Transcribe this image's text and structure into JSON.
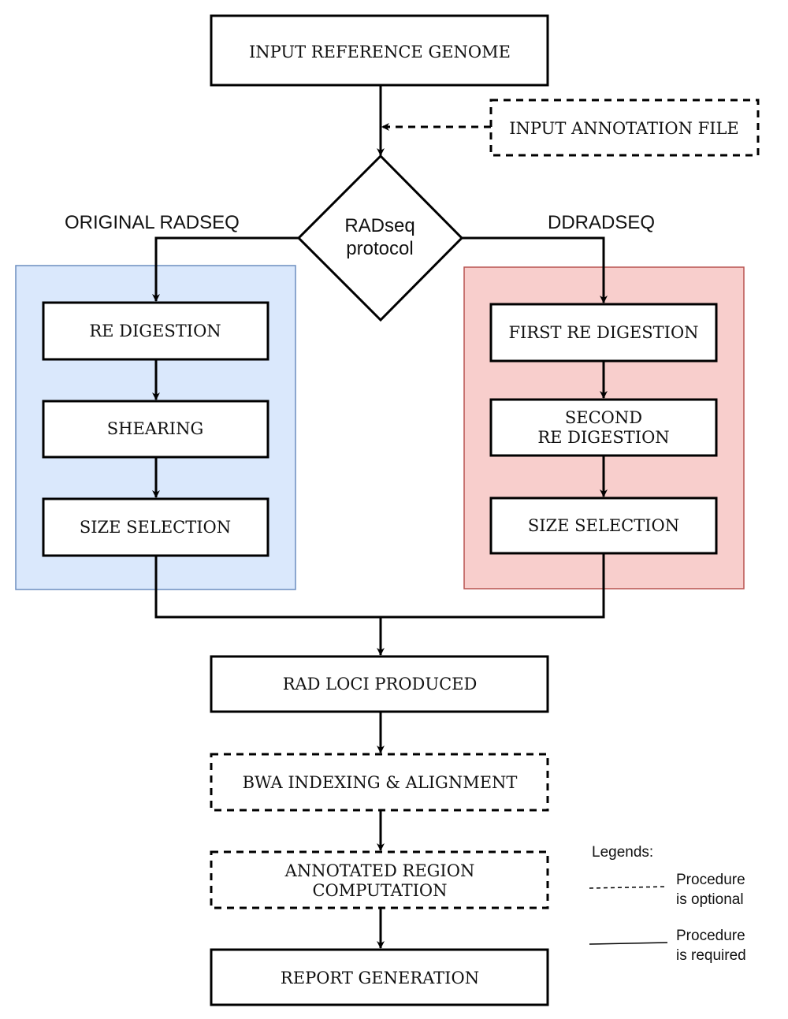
{
  "nodes": {
    "input_reference_genome": "INPUT REFERENCE GENOME",
    "input_annotation_file": "INPUT ANNOTATION FILE",
    "decision": [
      "RADseq",
      "protocol"
    ],
    "re_digestion": "RE DIGESTION",
    "shearing": "SHEARING",
    "size_selection_left": "SIZE SELECTION",
    "first_re_digestion": "FIRST RE DIGESTION",
    "second_re_digestion": [
      "SECOND",
      "RE DIGESTION"
    ],
    "size_selection_right": "SIZE SELECTION",
    "rad_loci_produced": "RAD LOCI PRODUCED",
    "bwa_indexing_alignment": "BWA INDEXING & ALIGNMENT",
    "annotated_region_computation": [
      "ANNOTATED REGION",
      "COMPUTATION"
    ],
    "report_generation": "REPORT GENERATION"
  },
  "branch_labels": {
    "left": "ORIGINAL RADSEQ",
    "right": "DDRADSEQ"
  },
  "legend": {
    "title": "Legends:",
    "optional": [
      "Procedure",
      "is optional"
    ],
    "required": [
      "Procedure",
      "is required"
    ]
  },
  "colors": {
    "left_panel_fill": "#dae8fc",
    "left_panel_stroke": "#6c8ebf",
    "right_panel_fill": "#f8cecc",
    "right_panel_stroke": "#b85450",
    "line": "#000000"
  }
}
